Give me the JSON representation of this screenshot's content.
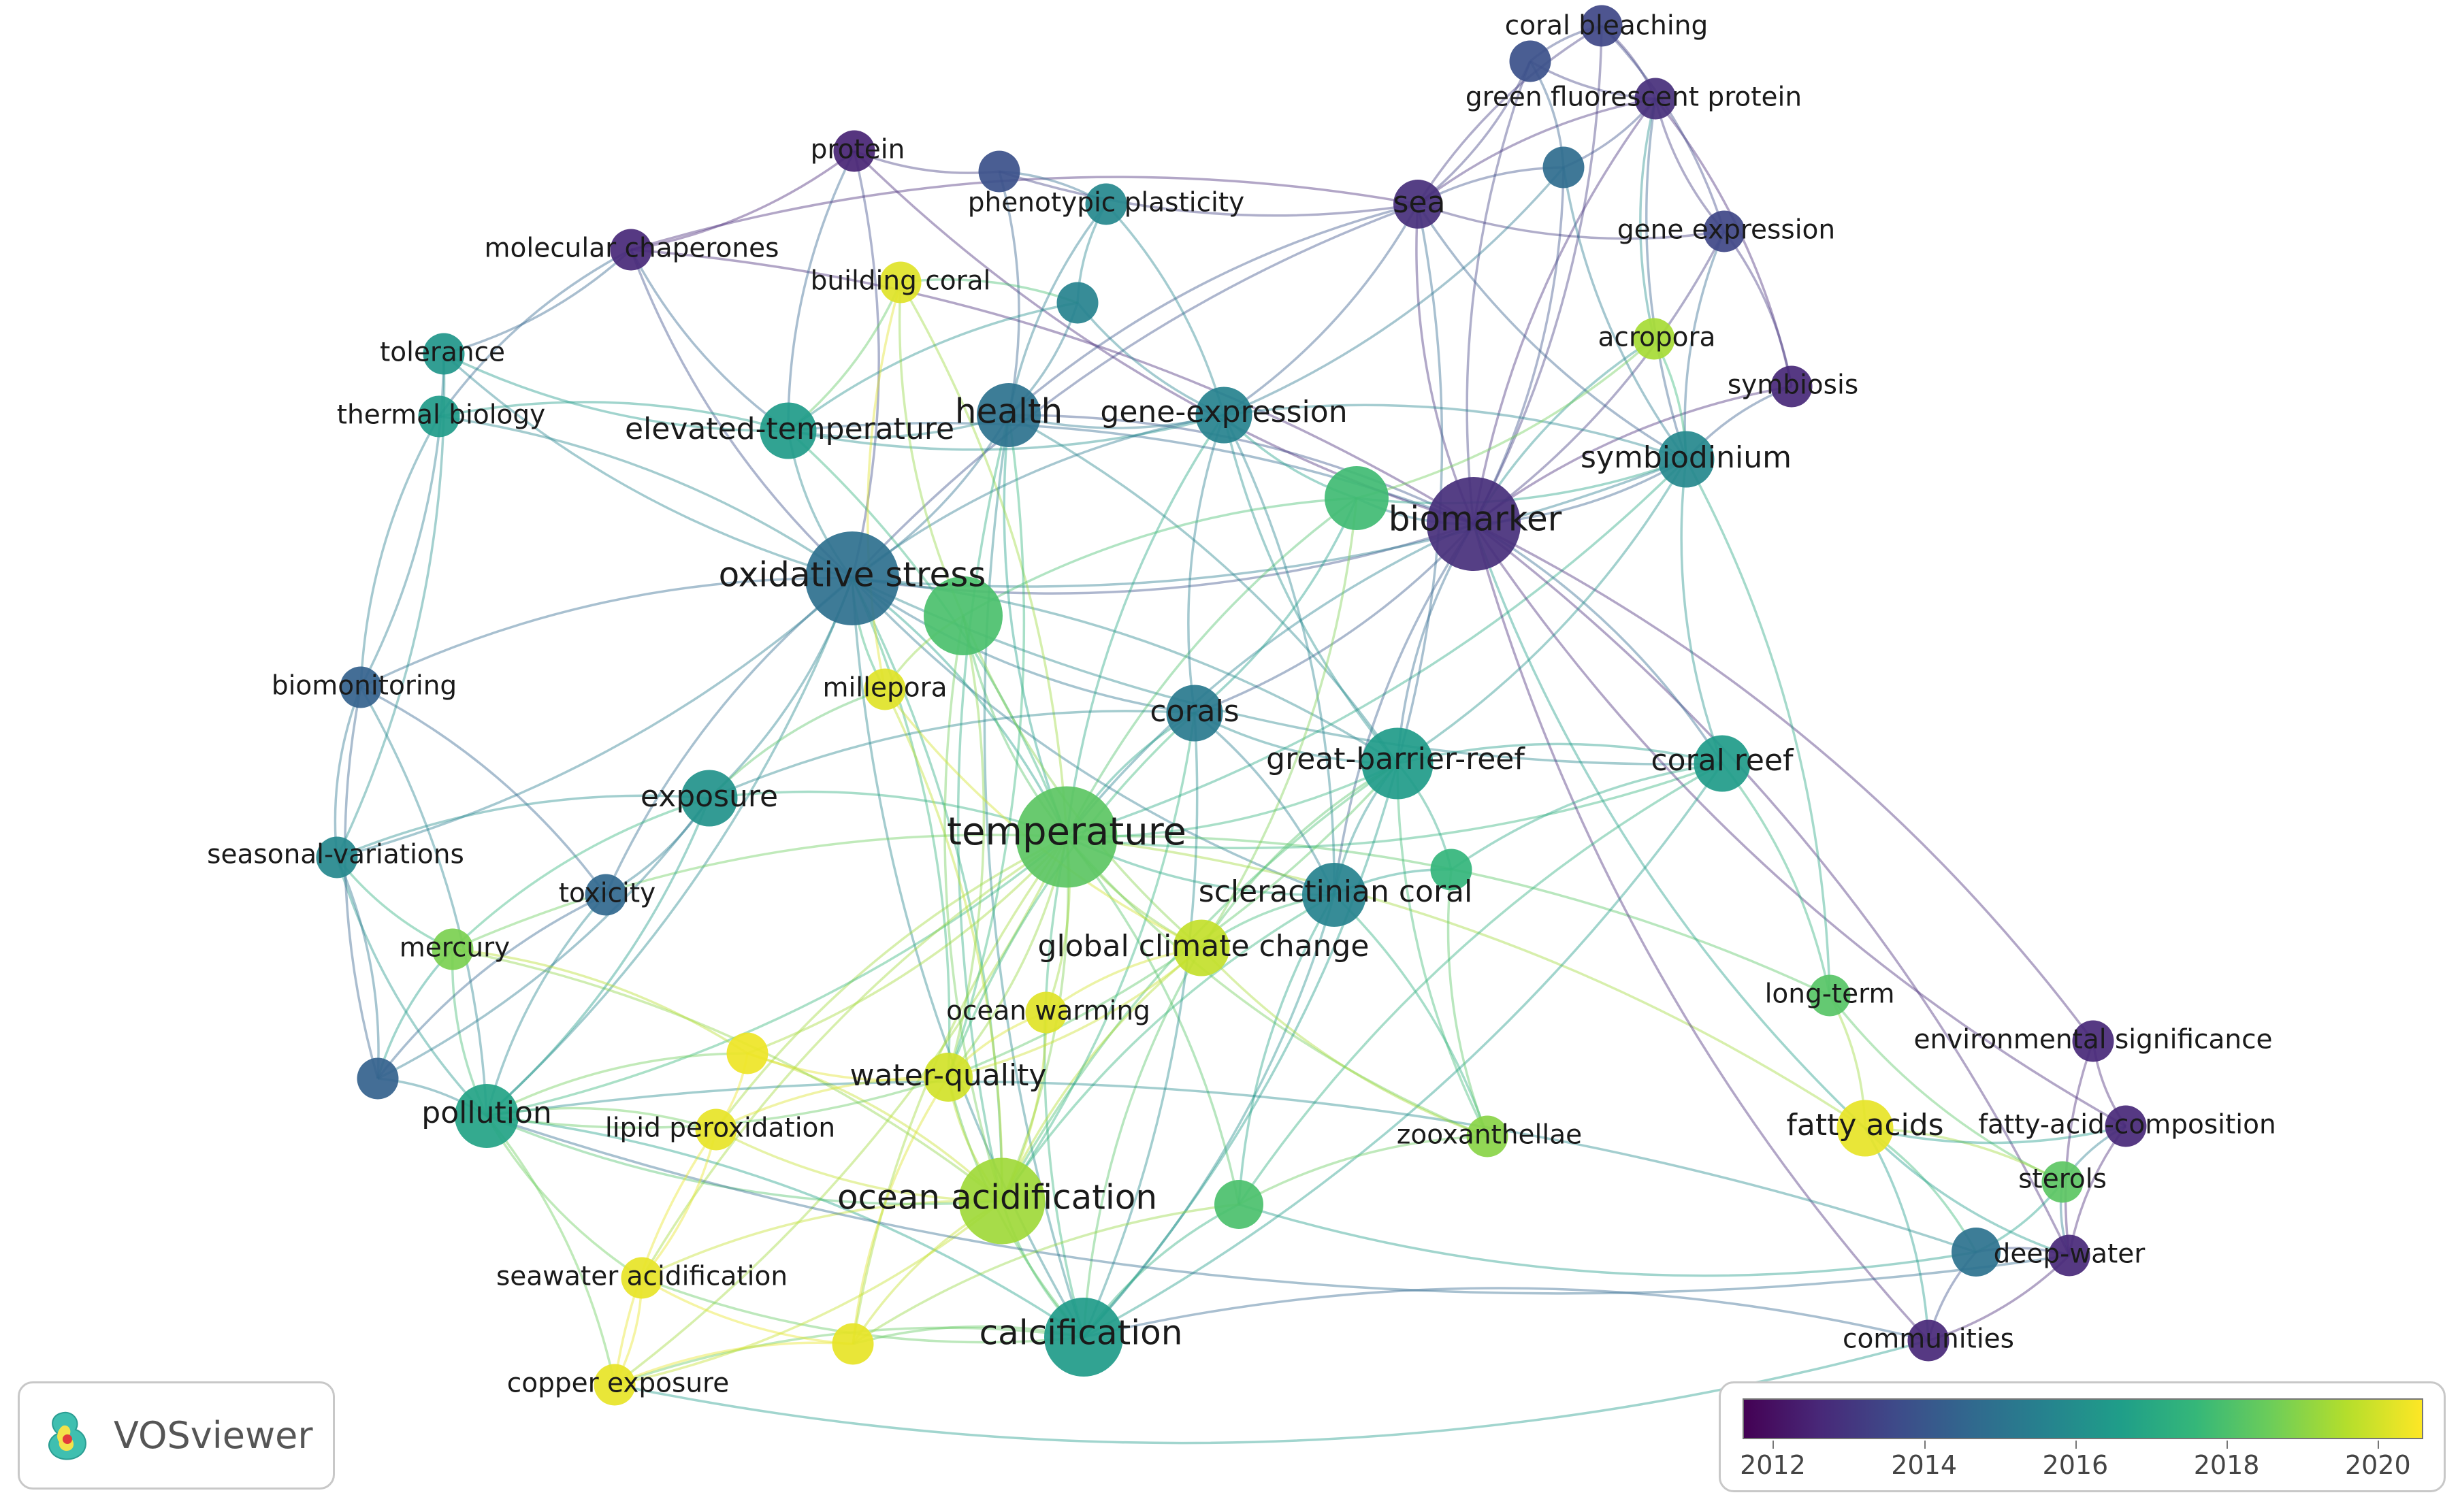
{
  "app_name": "VOSviewer",
  "legend": {
    "ticks": [
      "2012",
      "2014",
      "2016",
      "2018",
      "2020"
    ],
    "min_year": 2011.6,
    "max_year": 2020.6
  },
  "nodes": [
    {
      "id": "coral_bleaching",
      "label": "coral bleaching",
      "year": 2013.5,
      "weight": 3
    },
    {
      "id": "cb_hub",
      "label": "",
      "year": 2013.8,
      "weight": 3
    },
    {
      "id": "gfp",
      "label": "green fluorescent protein",
      "year": 2012.8,
      "weight": 3
    },
    {
      "id": "protein",
      "label": "protein",
      "year": 2012.5,
      "weight": 3
    },
    {
      "id": "prot_hub",
      "label": "",
      "year": 2013.8,
      "weight": 3
    },
    {
      "id": "phenotypic_plasticity",
      "label": "phenotypic plasticity",
      "year": 2015.8,
      "weight": 3
    },
    {
      "id": "sea",
      "label": "sea",
      "year": 2012.8,
      "weight": 4
    },
    {
      "id": "sea_hub",
      "label": "",
      "year": 2014.8,
      "weight": 3
    },
    {
      "id": "gene_expr",
      "label": "gene expression",
      "year": 2013.5,
      "weight": 3
    },
    {
      "id": "mol_chap",
      "label": "molecular chaperones",
      "year": 2012.6,
      "weight": 3
    },
    {
      "id": "building_coral",
      "label": "building coral",
      "year": 2020.2,
      "weight": 3
    },
    {
      "id": "pp_hub",
      "label": "",
      "year": 2015.6,
      "weight": 3
    },
    {
      "id": "acropora",
      "label": "acropora",
      "year": 2019.4,
      "weight": 3
    },
    {
      "id": "symbiosis",
      "label": "symbiosis",
      "year": 2012.6,
      "weight": 3
    },
    {
      "id": "tolerance",
      "label": "tolerance",
      "year": 2016.3,
      "weight": 3
    },
    {
      "id": "thermal_biology",
      "label": "thermal biology",
      "year": 2016.5,
      "weight": 3
    },
    {
      "id": "elevated_temp",
      "label": "elevated-temperature",
      "year": 2016.5,
      "weight": 5
    },
    {
      "id": "health",
      "label": "health",
      "year": 2015.0,
      "weight": 6
    },
    {
      "id": "gene_expression2",
      "label": "gene-expression",
      "year": 2015.6,
      "weight": 5
    },
    {
      "id": "green_hub",
      "label": "",
      "year": 2017.8,
      "weight": 6
    },
    {
      "id": "symbiodinium",
      "label": "symbiodinium",
      "year": 2015.8,
      "weight": 5
    },
    {
      "id": "biomarker",
      "label": "biomarker",
      "year": 2012.8,
      "weight": 10
    },
    {
      "id": "oxidative_stress",
      "label": "oxidative stress",
      "year": 2014.9,
      "weight": 10
    },
    {
      "id": "ox_hub",
      "label": "",
      "year": 2018.0,
      "weight": 8
    },
    {
      "id": "biomonitoring",
      "label": "biomonitoring",
      "year": 2014.4,
      "weight": 3
    },
    {
      "id": "millepora",
      "label": "millepora",
      "year": 2020.2,
      "weight": 3
    },
    {
      "id": "corals",
      "label": "corals",
      "year": 2015.3,
      "weight": 5
    },
    {
      "id": "gbr",
      "label": "great-barrier-reef",
      "year": 2016.5,
      "weight": 7
    },
    {
      "id": "coral_reef",
      "label": "coral reef",
      "year": 2016.5,
      "weight": 5
    },
    {
      "id": "exposure",
      "label": "exposure",
      "year": 2016.2,
      "weight": 5
    },
    {
      "id": "temperature",
      "label": "temperature",
      "year": 2018.3,
      "weight": 11
    },
    {
      "id": "seasonal",
      "label": "seasonal-variations",
      "year": 2015.8,
      "weight": 3
    },
    {
      "id": "toxicity",
      "label": "toxicity",
      "year": 2014.6,
      "weight": 3
    },
    {
      "id": "scleractinian",
      "label": "scleractinian coral",
      "year": 2015.6,
      "weight": 6
    },
    {
      "id": "scl_hub",
      "label": "",
      "year": 2017.5,
      "weight": 3
    },
    {
      "id": "mercury",
      "label": "mercury",
      "year": 2018.8,
      "weight": 3
    },
    {
      "id": "global_climate",
      "label": "global climate change",
      "year": 2019.8,
      "weight": 5
    },
    {
      "id": "ocean_warming",
      "label": "ocean warming",
      "year": 2020.2,
      "weight": 3
    },
    {
      "id": "long_term",
      "label": "long-term",
      "year": 2018.2,
      "weight": 3
    },
    {
      "id": "env_signif",
      "label": "environmental significance",
      "year": 2012.6,
      "weight": 3
    },
    {
      "id": "tox_hub",
      "label": "",
      "year": 2014.4,
      "weight": 3
    },
    {
      "id": "yellow_hub",
      "label": "",
      "year": 2020.4,
      "weight": 3
    },
    {
      "id": "water_quality",
      "label": "water-quality",
      "year": 2020.0,
      "weight": 4
    },
    {
      "id": "pollution",
      "label": "pollution",
      "year": 2016.8,
      "weight": 6
    },
    {
      "id": "lipid_perox",
      "label": "lipid peroxidation",
      "year": 2020.3,
      "weight": 3
    },
    {
      "id": "zooxanthellae",
      "label": "zooxanthellae",
      "year": 2019.0,
      "weight": 3
    },
    {
      "id": "fatty_acids",
      "label": "fatty acids",
      "year": 2020.3,
      "weight": 5
    },
    {
      "id": "fac",
      "label": "fatty-acid-composition",
      "year": 2012.6,
      "weight": 3
    },
    {
      "id": "sterols",
      "label": "sterols",
      "year": 2018.3,
      "weight": 3
    },
    {
      "id": "ocean_acid",
      "label": "ocean acidification",
      "year": 2019.3,
      "weight": 9
    },
    {
      "id": "oa_hub",
      "label": "",
      "year": 2018.0,
      "weight": 4
    },
    {
      "id": "dw_hub",
      "label": "",
      "year": 2015.0,
      "weight": 4
    },
    {
      "id": "deep_water",
      "label": "deep-water",
      "year": 2012.6,
      "weight": 3
    },
    {
      "id": "seawater_acid",
      "label": "seawater acidification",
      "year": 2020.3,
      "weight": 3
    },
    {
      "id": "calcification",
      "label": "calcification",
      "year": 2016.5,
      "weight": 8
    },
    {
      "id": "ca_hub",
      "label": "",
      "year": 2020.3,
      "weight": 3
    },
    {
      "id": "communities",
      "label": "communities",
      "year": 2012.6,
      "weight": 3
    },
    {
      "id": "copper_exposure",
      "label": "copper exposure",
      "year": 2020.3,
      "weight": 3
    }
  ],
  "links": [
    [
      "oxidative_stress",
      "temperature"
    ],
    [
      "oxidative_stress",
      "health"
    ],
    [
      "oxidative_stress",
      "elevated_temp"
    ],
    [
      "oxidative_stress",
      "biomarker"
    ],
    [
      "oxidative_stress",
      "gbr"
    ],
    [
      "oxidative_stress",
      "corals"
    ],
    [
      "oxidative_stress",
      "exposure"
    ],
    [
      "oxidative_stress",
      "biomonitoring"
    ],
    [
      "oxidative_stress",
      "tolerance"
    ],
    [
      "oxidative_stress",
      "thermal_biology"
    ],
    [
      "oxidative_stress",
      "mol_chap"
    ],
    [
      "oxidative_stress",
      "protein"
    ],
    [
      "oxidative_stress",
      "sea"
    ],
    [
      "oxidative_stress",
      "calcification"
    ],
    [
      "oxidative_stress",
      "pollution"
    ],
    [
      "oxidative_stress",
      "toxicity"
    ],
    [
      "oxidative_stress",
      "seasonal"
    ],
    [
      "oxidative_stress",
      "scleractinian"
    ],
    [
      "oxidative_stress",
      "ocean_acid"
    ],
    [
      "oxidative_stress",
      "symbiodinium"
    ],
    [
      "oxidative_stress",
      "gene_expression2"
    ],
    [
      "oxidative_stress",
      "millepora"
    ],
    [
      "oxidative_stress",
      "water_quality"
    ],
    [
      "oxidative_stress",
      "coral_reef"
    ],
    [
      "temperature",
      "biomarker"
    ],
    [
      "temperature",
      "gbr"
    ],
    [
      "temperature",
      "health"
    ],
    [
      "temperature",
      "calcification"
    ],
    [
      "temperature",
      "ocean_acid"
    ],
    [
      "temperature",
      "global_climate"
    ],
    [
      "temperature",
      "water_quality"
    ],
    [
      "temperature",
      "lipid_perox"
    ],
    [
      "temperature",
      "pollution"
    ],
    [
      "temperature",
      "exposure"
    ],
    [
      "temperature",
      "corals"
    ],
    [
      "temperature",
      "scleractinian"
    ],
    [
      "temperature",
      "ocean_warming"
    ],
    [
      "temperature",
      "seawater_acid"
    ],
    [
      "temperature",
      "copper_exposure"
    ],
    [
      "temperature",
      "mercury"
    ],
    [
      "temperature",
      "fatty_acids"
    ],
    [
      "temperature",
      "zooxanthellae"
    ],
    [
      "temperature",
      "long_term"
    ],
    [
      "temperature",
      "coral_reef"
    ],
    [
      "temperature",
      "green_hub"
    ],
    [
      "temperature",
      "elevated_temp"
    ],
    [
      "temperature",
      "ox_hub"
    ],
    [
      "temperature",
      "building_coral"
    ],
    [
      "temperature",
      "yellow_hub"
    ],
    [
      "temperature",
      "ca_hub"
    ],
    [
      "temperature",
      "oa_hub"
    ],
    [
      "temperature",
      "symbiodinium"
    ],
    [
      "temperature",
      "gene_expression2"
    ],
    [
      "biomarker",
      "gbr"
    ],
    [
      "biomarker",
      "sea"
    ],
    [
      "biomarker",
      "coral_bleaching"
    ],
    [
      "biomarker",
      "gfp"
    ],
    [
      "biomarker",
      "gene_expr"
    ],
    [
      "biomarker",
      "symbiosis"
    ],
    [
      "biomarker",
      "symbiodinium"
    ],
    [
      "biomarker",
      "acropora"
    ],
    [
      "biomarker",
      "communities"
    ],
    [
      "biomarker",
      "deep_water"
    ],
    [
      "biomarker",
      "health"
    ],
    [
      "biomarker",
      "corals"
    ],
    [
      "biomarker",
      "scleractinian"
    ],
    [
      "biomarker",
      "coral_reef"
    ],
    [
      "biomarker",
      "fatty_acids"
    ],
    [
      "biomarker",
      "env_signif"
    ],
    [
      "biomarker",
      "fac"
    ],
    [
      "biomarker",
      "green_hub"
    ],
    [
      "biomarker",
      "elevated_temp"
    ],
    [
      "biomarker",
      "cb_hub"
    ],
    [
      "biomarker",
      "sea_hub"
    ],
    [
      "biomarker",
      "protein"
    ],
    [
      "biomarker",
      "mol_chap"
    ],
    [
      "health",
      "elevated_temp"
    ],
    [
      "health",
      "gene_expression2"
    ],
    [
      "health",
      "phenotypic_plasticity"
    ],
    [
      "health",
      "pp_hub"
    ],
    [
      "health",
      "sea"
    ],
    [
      "health",
      "calcification"
    ],
    [
      "health",
      "gbr"
    ],
    [
      "health",
      "ocean_acid"
    ],
    [
      "health",
      "water_quality"
    ],
    [
      "health",
      "prot_hub"
    ],
    [
      "gbr",
      "coral_reef"
    ],
    [
      "gbr",
      "scleractinian"
    ],
    [
      "gbr",
      "calcification"
    ],
    [
      "gbr",
      "ocean_acid"
    ],
    [
      "gbr",
      "corals"
    ],
    [
      "gbr",
      "global_climate"
    ],
    [
      "gbr",
      "gene_expression2"
    ],
    [
      "gbr",
      "symbiodinium"
    ],
    [
      "gbr",
      "water_quality"
    ],
    [
      "gbr",
      "zooxanthellae"
    ],
    [
      "gbr",
      "scl_hub"
    ],
    [
      "gbr",
      "sea"
    ],
    [
      "calcification",
      "ocean_acid"
    ],
    [
      "calcification",
      "scleractinian"
    ],
    [
      "calcification",
      "oa_hub"
    ],
    [
      "calcification",
      "ca_hub"
    ],
    [
      "calcification",
      "water_quality"
    ],
    [
      "calcification",
      "pollution"
    ],
    [
      "calcification",
      "seawater_acid"
    ],
    [
      "calcification",
      "copper_exposure"
    ],
    [
      "calcification",
      "global_climate"
    ],
    [
      "calcification",
      "corals"
    ],
    [
      "calcification",
      "communities"
    ],
    [
      "calcification",
      "coral_reef"
    ],
    [
      "ocean_acid",
      "water_quality"
    ],
    [
      "ocean_acid",
      "ocean_warming"
    ],
    [
      "ocean_acid",
      "global_climate"
    ],
    [
      "ocean_acid",
      "seawater_acid"
    ],
    [
      "ocean_acid",
      "lipid_perox"
    ],
    [
      "ocean_acid",
      "yellow_hub"
    ],
    [
      "ocean_acid",
      "copper_exposure"
    ],
    [
      "ocean_acid",
      "ca_hub"
    ],
    [
      "ocean_acid",
      "pollution"
    ],
    [
      "ocean_acid",
      "mercury"
    ],
    [
      "ocean_acid",
      "scleractinian"
    ],
    [
      "ocean_acid",
      "millepora"
    ],
    [
      "pollution",
      "toxicity"
    ],
    [
      "pollution",
      "tox_hub"
    ],
    [
      "pollution",
      "seasonal"
    ],
    [
      "pollution",
      "biomonitoring"
    ],
    [
      "pollution",
      "lipid_perox"
    ],
    [
      "pollution",
      "water_quality"
    ],
    [
      "pollution",
      "copper_exposure"
    ],
    [
      "pollution",
      "seawater_acid"
    ],
    [
      "pollution",
      "mercury"
    ],
    [
      "pollution",
      "exposure"
    ],
    [
      "pollution",
      "yellow_hub"
    ],
    [
      "pollution",
      "deep_water"
    ],
    [
      "tox_hub",
      "biomonitoring"
    ],
    [
      "tox_hub",
      "seasonal"
    ],
    [
      "tox_hub",
      "toxicity"
    ],
    [
      "tox_hub",
      "exposure"
    ],
    [
      "tox_hub",
      "mercury"
    ],
    [
      "biomonitoring",
      "seasonal"
    ],
    [
      "biomonitoring",
      "thermal_biology"
    ],
    [
      "biomonitoring",
      "tolerance"
    ],
    [
      "biomonitoring",
      "toxicity"
    ],
    [
      "seasonal",
      "mercury"
    ],
    [
      "seasonal",
      "exposure"
    ],
    [
      "seasonal",
      "tolerance"
    ],
    [
      "elevated_temp",
      "tolerance"
    ],
    [
      "elevated_temp",
      "thermal_biology"
    ],
    [
      "elevated_temp",
      "mol_chap"
    ],
    [
      "elevated_temp",
      "gene_expression2"
    ],
    [
      "elevated_temp",
      "protein"
    ],
    [
      "elevated_temp",
      "building_coral"
    ],
    [
      "elevated_temp",
      "pp_hub"
    ],
    [
      "mol_chap",
      "protein"
    ],
    [
      "mol_chap",
      "tolerance"
    ],
    [
      "mol_chap",
      "thermal_biology"
    ],
    [
      "mol_chap",
      "sea"
    ],
    [
      "protein",
      "prot_hub"
    ],
    [
      "prot_hub",
      "phenotypic_plasticity"
    ],
    [
      "prot_hub",
      "sea"
    ],
    [
      "phenotypic_plasticity",
      "gene_expression2"
    ],
    [
      "phenotypic_plasticity",
      "pp_hub"
    ],
    [
      "sea",
      "coral_bleaching"
    ],
    [
      "sea",
      "cb_hub"
    ],
    [
      "sea",
      "gfp"
    ],
    [
      "sea",
      "gene_expr"
    ],
    [
      "sea",
      "gene_expression2"
    ],
    [
      "sea",
      "symbiodinium"
    ],
    [
      "sea",
      "sea_hub"
    ],
    [
      "coral_bleaching",
      "cb_hub"
    ],
    [
      "coral_bleaching",
      "gfp"
    ],
    [
      "cb_hub",
      "gfp"
    ],
    [
      "cb_hub",
      "sea_hub"
    ],
    [
      "gfp",
      "gene_expr"
    ],
    [
      "gfp",
      "sea_hub"
    ],
    [
      "gfp",
      "symbiodinium"
    ],
    [
      "gfp",
      "symbiosis"
    ],
    [
      "gfp",
      "acropora"
    ],
    [
      "gene_expr",
      "symbiosis"
    ],
    [
      "gene_expr",
      "symbiodinium"
    ],
    [
      "coral_bleaching",
      "gene_expr"
    ],
    [
      "sea_hub",
      "symbiodinium"
    ],
    [
      "sea_hub",
      "gene_expression2"
    ],
    [
      "symbiodinium",
      "acropora"
    ],
    [
      "symbiodinium",
      "symbiosis"
    ],
    [
      "symbiodinium",
      "coral_reef"
    ],
    [
      "symbiodinium",
      "green_hub"
    ],
    [
      "symbiodinium",
      "gene_expression2"
    ],
    [
      "symbiodinium",
      "long_term"
    ],
    [
      "gene_expression2",
      "green_hub"
    ],
    [
      "gene_expression2",
      "pp_hub"
    ],
    [
      "gene_expression2",
      "corals"
    ],
    [
      "gene_expression2",
      "scleractinian"
    ],
    [
      "green_hub",
      "acropora"
    ],
    [
      "green_hub",
      "corals"
    ],
    [
      "green_hub",
      "ox_hub"
    ],
    [
      "green_hub",
      "global_climate"
    ],
    [
      "ox_hub",
      "millepora"
    ],
    [
      "ox_hub",
      "building_coral"
    ],
    [
      "ox_hub",
      "global_climate"
    ],
    [
      "ox_hub",
      "water_quality"
    ],
    [
      "ox_hub",
      "ocean_acid"
    ],
    [
      "corals",
      "scleractinian"
    ],
    [
      "corals",
      "exposure"
    ],
    [
      "corals",
      "ocean_acid"
    ],
    [
      "corals",
      "water_quality"
    ],
    [
      "scleractinian",
      "scl_hub"
    ],
    [
      "scleractinian",
      "global_climate"
    ],
    [
      "scleractinian",
      "zooxanthellae"
    ],
    [
      "scleractinian",
      "oa_hub"
    ],
    [
      "scl_hub",
      "coral_reef"
    ],
    [
      "scl_hub",
      "zooxanthellae"
    ],
    [
      "coral_reef",
      "long_term"
    ],
    [
      "coral_reef",
      "oa_hub"
    ],
    [
      "long_term",
      "fatty_acids"
    ],
    [
      "long_term",
      "sterols"
    ],
    [
      "fatty_acids",
      "sterols"
    ],
    [
      "fatty_acids",
      "fac"
    ],
    [
      "fatty_acids",
      "dw_hub"
    ],
    [
      "fatty_acids",
      "deep_water"
    ],
    [
      "fatty_acids",
      "communities"
    ],
    [
      "fac",
      "sterols"
    ],
    [
      "fac",
      "env_signif"
    ],
    [
      "fac",
      "deep_water"
    ],
    [
      "sterols",
      "dw_hub"
    ],
    [
      "sterols",
      "deep_water"
    ],
    [
      "dw_hub",
      "deep_water"
    ],
    [
      "dw_hub",
      "communities"
    ],
    [
      "deep_water",
      "communities"
    ],
    [
      "env_signif",
      "deep_water"
    ],
    [
      "dw_hub",
      "oa_hub"
    ],
    [
      "dw_hub",
      "pollution"
    ],
    [
      "communities",
      "copper_exposure"
    ],
    [
      "global_climate",
      "ocean_warming"
    ],
    [
      "global_climate",
      "water_quality"
    ],
    [
      "global_climate",
      "zooxanthellae"
    ],
    [
      "global_climate",
      "millepora"
    ],
    [
      "water_quality",
      "lipid_perox"
    ],
    [
      "water_quality",
      "yellow_hub"
    ],
    [
      "water_quality",
      "ca_hub"
    ],
    [
      "water_quality",
      "ocean_warming"
    ],
    [
      "lipid_perox",
      "yellow_hub"
    ],
    [
      "lipid_perox",
      "seawater_acid"
    ],
    [
      "lipid_perox",
      "copper_exposure"
    ],
    [
      "seawater_acid",
      "copper_exposure"
    ],
    [
      "seawater_acid",
      "ca_hub"
    ],
    [
      "copper_exposure",
      "ca_hub"
    ],
    [
      "yellow_hub",
      "mercury"
    ],
    [
      "millepora",
      "building_coral"
    ],
    [
      "millepora",
      "exposure"
    ],
    [
      "exposure",
      "toxicity"
    ],
    [
      "exposure",
      "mercury"
    ],
    [
      "oa_hub",
      "zooxanthellae"
    ],
    [
      "oa_hub",
      "ca_hub"
    ],
    [
      "building_coral",
      "pp_hub"
    ]
  ]
}
